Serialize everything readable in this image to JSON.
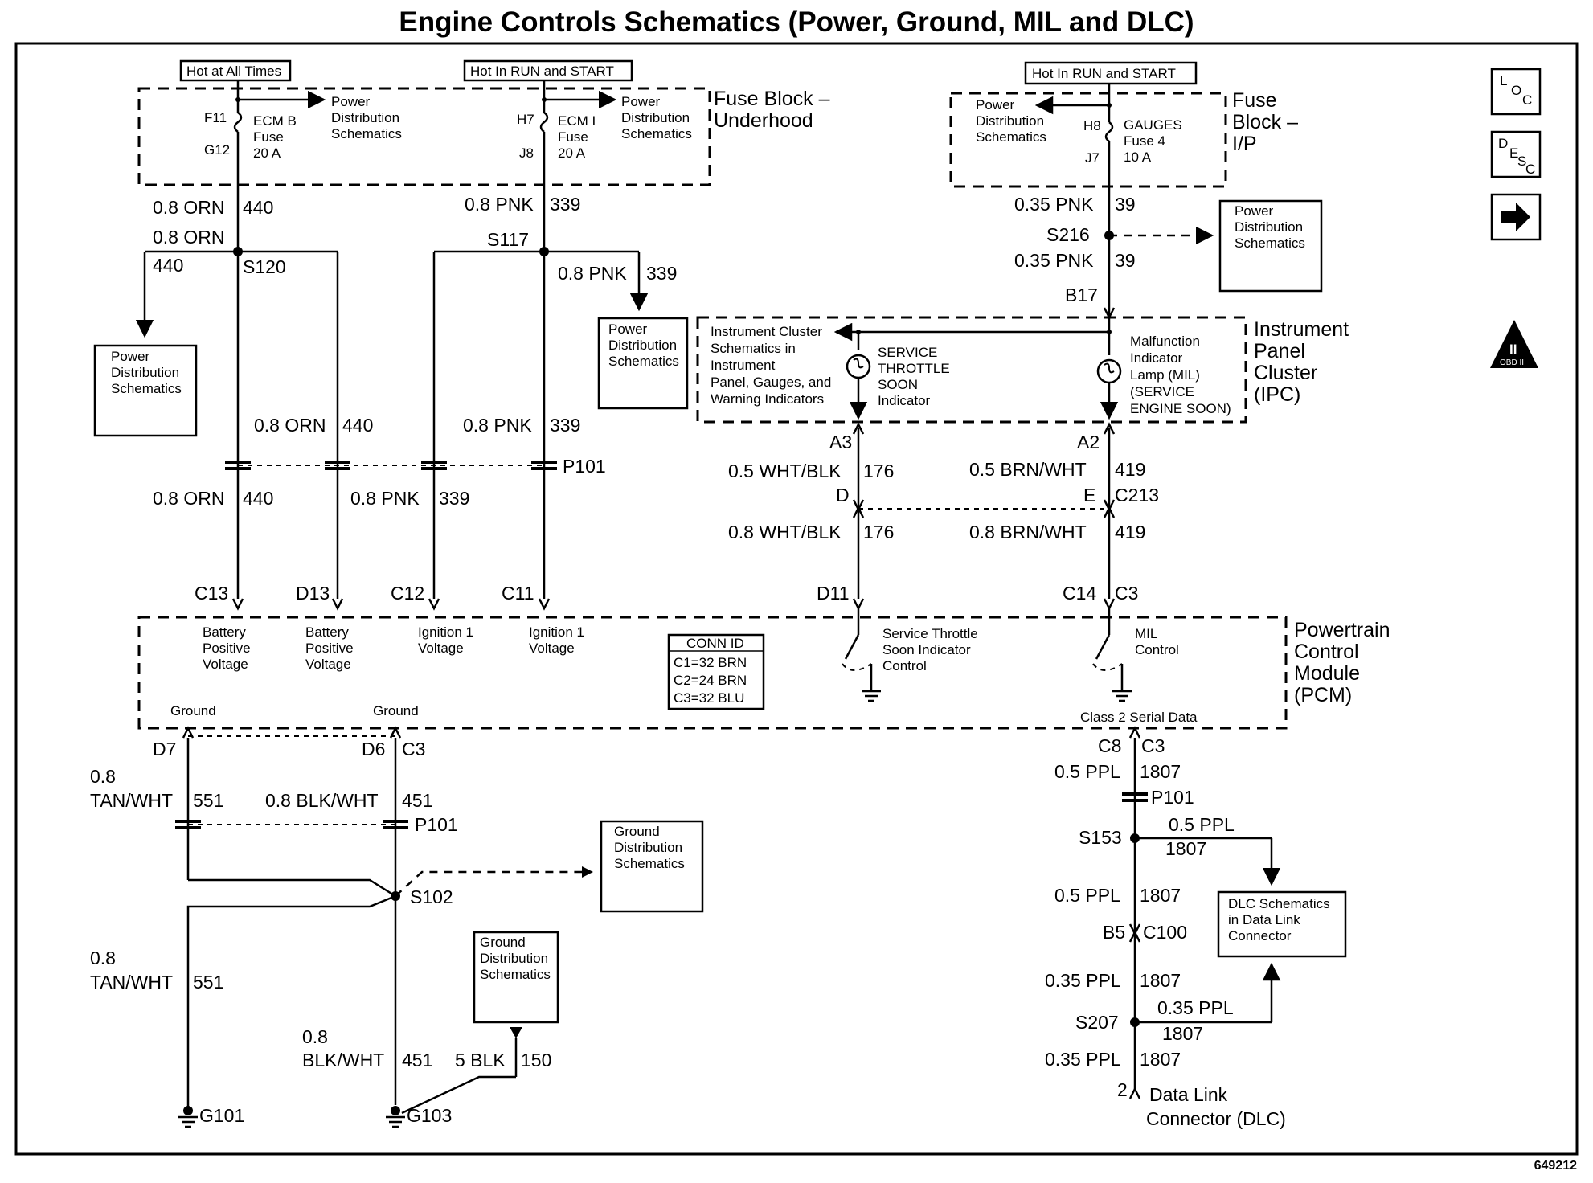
{
  "title": "Engine Controls Schematics (Power, Ground, MIL and DLC)",
  "page_id": "649212",
  "icons": {
    "loc": "LOC",
    "desc": "DESC",
    "arrow": "right-arrow-icon",
    "obd": "OBD II"
  },
  "fuse_block_underhood": {
    "name_line1": "Fuse Block –",
    "name_line2": "Underhood",
    "hot_at_all_times": "Hot at All Times",
    "hot_in_run_start": "Hot In RUN and START",
    "ecm_b": {
      "top": "F11",
      "bottom": "G12",
      "name": "ECM B",
      "type": "Fuse",
      "rating": "20 A",
      "dest1": "Power",
      "dest2": "Distribution",
      "dest3": "Schematics"
    },
    "ecm_i": {
      "top": "H7",
      "bottom": "J8",
      "name": "ECM I",
      "type": "Fuse",
      "rating": "20 A",
      "dest1": "Power",
      "dest2": "Distribution",
      "dest3": "Schematics"
    }
  },
  "fuse_block_ip": {
    "name_line1": "Fuse",
    "name_line2": "Block –",
    "name_line3": "I/P",
    "hot": "Hot In RUN and START",
    "top": "H8",
    "bottom": "J7",
    "name": "GAUGES",
    "type": "Fuse 4",
    "rating": "10 A",
    "dest1": "Power",
    "dest2": "Distribution",
    "dest3": "Schematics"
  },
  "wires": {
    "orn_size": "0.8 ORN",
    "orn_circuit": "440",
    "pnk_size": "0.8 PNK",
    "pnk_circuit": "339",
    "pnk35_size": "0.35 PNK",
    "pnk35_circuit": "39",
    "wht_blk_05": "0.5 WHT/BLK",
    "wht_blk_08": "0.8 WHT/BLK",
    "wht_blk_circuit": "176",
    "brn_wht_05": "0.5 BRN/WHT",
    "brn_wht_08": "0.8 BRN/WHT",
    "brn_wht_circuit": "419",
    "tan_wht_size": "0.8",
    "tan_wht_color": "TAN/WHT",
    "tan_wht_circuit": "551",
    "blk_wht_size": "0.8 BLK/WHT",
    "blk_wht_size_a": "0.8",
    "blk_wht_color": "BLK/WHT",
    "blk_wht_circuit": "451",
    "blk_size": "5 BLK",
    "blk_circuit": "150",
    "ppl_05": "0.5 PPL",
    "ppl_035": "0.35 PPL",
    "ppl_circuit": "1807"
  },
  "splices": {
    "s120": "S120",
    "s117": "S117",
    "s216": "S216",
    "s102": "S102",
    "s153": "S153",
    "s207": "S207"
  },
  "connectors": {
    "p101": "P101",
    "c213": "C213",
    "c100": "C100",
    "b17": "B17",
    "a3": "A3",
    "a2": "A2",
    "d": "D",
    "e": "E",
    "c13": "C13",
    "d13": "D13",
    "c12": "C12",
    "c11": "C11",
    "d11": "D11",
    "c14": "C14",
    "c3": "C3",
    "d7": "D7",
    "d6": "D6",
    "c8": "C8",
    "b5": "B5",
    "pin2": "2"
  },
  "power_dist": {
    "line1": "Power",
    "line2": "Distribution",
    "line3": "Schematics"
  },
  "ground_dist": {
    "line1": "Ground",
    "line2": "Distribution",
    "line3": "Schematics"
  },
  "ipc": {
    "name1": "Instrument",
    "name2": "Panel",
    "name3": "Cluster",
    "name4": "(IPC)",
    "ref1": "Instrument Cluster",
    "ref2": "Schematics in",
    "ref3": "Instrument",
    "ref4": "Panel, Gauges, and",
    "ref5": "Warning Indicators",
    "sts1": "SERVICE",
    "sts2": "THROTTLE",
    "sts3": "SOON",
    "sts4": "Indicator",
    "mil1": "Malfunction",
    "mil2": "Indicator",
    "mil3": "Lamp (MIL)",
    "mil4": "(SERVICE",
    "mil5": "ENGINE SOON)"
  },
  "pcm": {
    "name1": "Powertrain",
    "name2": "Control",
    "name3": "Module",
    "name4": "(PCM)",
    "bat1a": "Battery",
    "bat1b": "Positive",
    "bat1c": "Voltage",
    "ign1a": "Ignition 1",
    "ign1b": "Voltage",
    "conn_id": "CONN ID",
    "c1": "C1=32 BRN",
    "c2": "C2=24 BRN",
    "c3": "C3=32 BLU",
    "sts1": "Service Throttle",
    "sts2": "Soon Indicator",
    "sts3": "Control",
    "mil1": "MIL",
    "mil2": "Control",
    "ground": "Ground",
    "class2": "Class 2 Serial Data"
  },
  "grounds": {
    "g101": "G101",
    "g103": "G103"
  },
  "dlc": {
    "ref1": "DLC Schematics",
    "ref2": "in Data Link",
    "ref3": "Connector",
    "name1": "Data Link",
    "name2": "Connector (DLC)"
  }
}
